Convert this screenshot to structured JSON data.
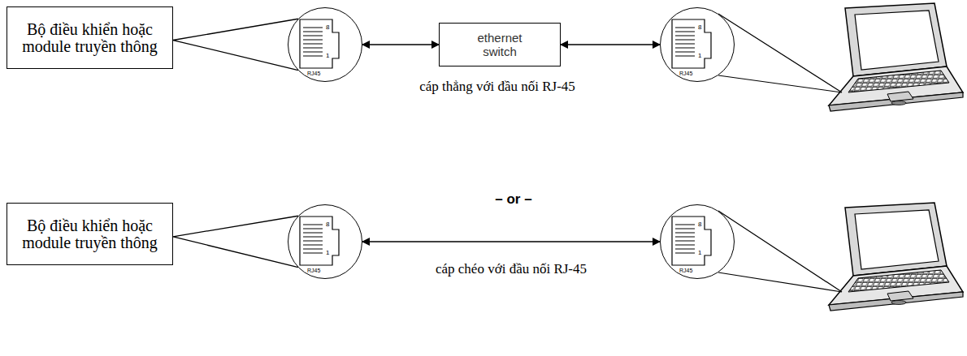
{
  "diagram": {
    "nodes": [
      {
        "text": [
          "Bộ điều khiển hoặc module truyền thông"
        ]
      },
      {
        "text": [
          "8",
          "1",
          "RJ45"
        ]
      },
      {
        "text": [
          "ethernet switch"
        ]
      },
      {
        "text": [
          "8",
          "1",
          "RJ45"
        ]
      },
      {
        "text": [
          "Bộ điều khiển hoặc module truyền thông"
        ]
      },
      {
        "text": [
          "8",
          "1",
          "RJ45"
        ]
      },
      {
        "text": [
          "8",
          "1",
          "RJ45"
        ]
      }
    ],
    "edges": [
      {
        "from": 0,
        "to": 1,
        "arrow": "none"
      },
      {
        "from": 1,
        "to": 2,
        "arrow": "both"
      },
      {
        "from": 2,
        "to": 3,
        "arrow": "both"
      },
      {
        "from": 4,
        "to": 5,
        "arrow": "none"
      },
      {
        "from": 5,
        "to": 6,
        "label": "cáp chéo với đầu nối RJ-45",
        "arrow": "both"
      }
    ],
    "labels": [
      "cáp thẳng với đầu nối RJ-45",
      "– or –"
    ]
  }
}
